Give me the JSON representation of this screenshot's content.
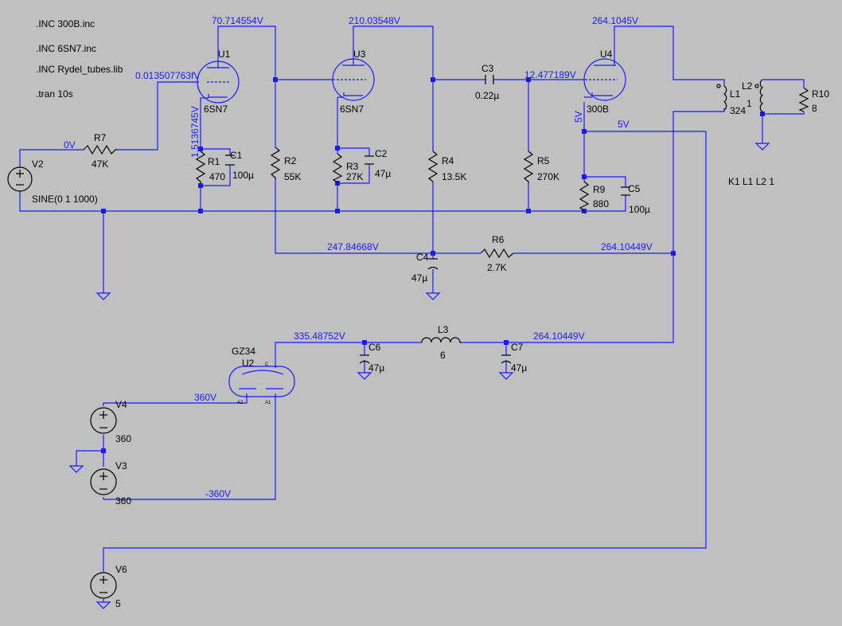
{
  "directives": [
    ".INC 300B.inc",
    ".INC 6SN7.inc",
    ".INC Rydel_tubes.lib",
    ".tran 10s"
  ],
  "coupling": "K1 L1 L2 1",
  "components": {
    "U1": {
      "name": "U1",
      "value": "6SN7"
    },
    "U3": {
      "name": "U3",
      "value": "6SN7"
    },
    "U4": {
      "name": "U4",
      "value": "300B"
    },
    "U2": {
      "name": "U2",
      "value": "GZ34",
      "pin_c": "C",
      "pin_a2": "A2",
      "pin_a1": "A1"
    },
    "R1": {
      "name": "R1",
      "value": "470"
    },
    "R2": {
      "name": "R2",
      "value": "55K"
    },
    "R3": {
      "name": "R3",
      "value": "27K"
    },
    "R4": {
      "name": "R4",
      "value": "13.5K"
    },
    "R5": {
      "name": "R5",
      "value": "270K"
    },
    "R6": {
      "name": "R6",
      "value": "2.7K"
    },
    "R7": {
      "name": "R7",
      "value": "47K"
    },
    "R9": {
      "name": "R9",
      "value": "880"
    },
    "R10": {
      "name": "R10",
      "value": "8"
    },
    "C1": {
      "name": "C1",
      "value": "100µ"
    },
    "C2": {
      "name": "C2",
      "value": "47µ"
    },
    "C3": {
      "name": "C3",
      "value": "0.22µ"
    },
    "C4": {
      "name": "C4",
      "value": "47µ"
    },
    "C5": {
      "name": "C5",
      "value": "100µ"
    },
    "C6": {
      "name": "C6",
      "value": "47µ"
    },
    "C7": {
      "name": "C7",
      "value": "47µ"
    },
    "L1": {
      "name": "L1",
      "value": "324"
    },
    "L2": {
      "name": "L2",
      "value": "1"
    },
    "L3": {
      "name": "L3",
      "value": "6"
    },
    "V2": {
      "name": "V2",
      "value": "SINE(0 1 1000)"
    },
    "V3": {
      "name": "V3",
      "value": "360"
    },
    "V4": {
      "name": "V4",
      "value": "360"
    },
    "V6": {
      "name": "V6",
      "value": "5"
    }
  },
  "voltages": {
    "u1_plate": "70.714554V",
    "u3_plate": "210.03548V",
    "u4_plate": "264.1045V",
    "u1_grid": "0.013507763fV",
    "u1_cathode": "1.5136745V",
    "u4_grid": "12.477189V",
    "u4_cathode": "5V",
    "filament": "5V",
    "input": "0V",
    "b_plus_mid": "247.84668V",
    "b_plus_r6": "264.10449V",
    "rect_cathode": "335.48752V",
    "b_plus_supply": "264.10449V",
    "pos_360": "360V",
    "neg_360": "-360V"
  }
}
